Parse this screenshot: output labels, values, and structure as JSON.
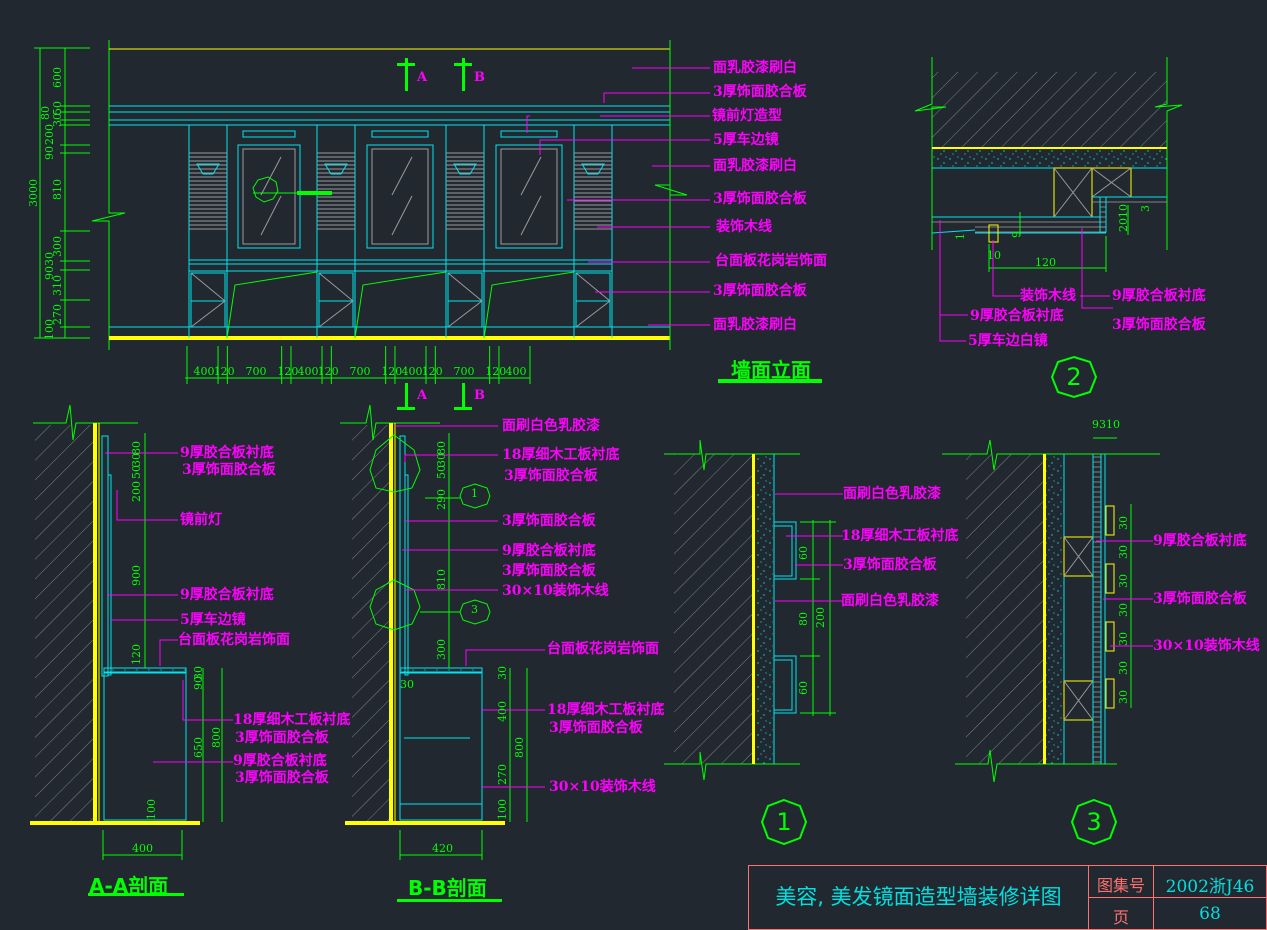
{
  "drawing": {
    "elevation": {
      "title": "墙面立面",
      "section_marks": [
        "A",
        "B"
      ],
      "detail_ref": "2",
      "vertical_dims": {
        "total": "3000",
        "segments": [
          "600",
          "80",
          "30",
          "50",
          "90",
          "200",
          "810",
          "300",
          "90",
          "30",
          "310",
          "270",
          "100"
        ]
      },
      "horizontal_dims": [
        "400",
        "120",
        "700",
        "120",
        "400",
        "120",
        "700",
        "120",
        "400",
        "120",
        "700",
        "120",
        "400"
      ],
      "labels": [
        "面乳胶漆刷白",
        "3厚饰面胶合板",
        "镜前灯造型",
        "5厚车边镜",
        "面乳胶漆刷白",
        "3厚饰面胶合板",
        "装饰木线",
        "台面板花岗岩饰面",
        "3厚饰面胶合板",
        "面乳胶漆刷白"
      ]
    },
    "detail2": {
      "number": "2",
      "dims": [
        "120",
        "10",
        "1",
        "20",
        "10",
        "9",
        "3"
      ],
      "labels": [
        "装饰木线",
        "9厚胶合板衬底",
        "9厚胶合板衬底",
        "3厚饰面胶合板",
        "5厚车边白镜"
      ]
    },
    "section_aa": {
      "title": "A-A剖面",
      "dims": [
        "80",
        "30",
        "50",
        "200",
        "900",
        "120",
        "90",
        "30",
        "650",
        "800",
        "100",
        "400"
      ],
      "labels": [
        "9厚胶合板衬底",
        "3厚饰面胶合板",
        "镜前灯",
        "9厚胶合板衬底",
        "5厚车边镜",
        "台面板花岗岩饰面",
        "18厚细木工板衬底",
        "3厚饰面胶合板",
        "9厚胶合板衬底",
        "3厚饰面胶合板"
      ]
    },
    "section_bb": {
      "title": "B-B剖面",
      "dims": [
        "80",
        "30",
        "50",
        "290",
        "810",
        "300",
        "30",
        "400",
        "270",
        "800",
        "100",
        "420",
        "30"
      ],
      "detail_refs": [
        "1",
        "3"
      ],
      "labels": [
        "面刷白色乳胶漆",
        "18厚细木工板衬底",
        "3厚饰面胶合板",
        "3厚饰面胶合板",
        "9厚胶合板衬底",
        "3厚饰面胶合板",
        "30×10装饰木线",
        "台面板花岗岩饰面",
        "18厚细木工板衬底",
        "3厚饰面胶合板",
        "30×10装饰木线"
      ]
    },
    "detail1": {
      "number": "1",
      "dims": [
        "60",
        "80",
        "200",
        "60"
      ],
      "labels": [
        "面刷白色乳胶漆",
        "18厚细木工板衬底",
        "3厚饰面胶合板",
        "面刷白色乳胶漆"
      ]
    },
    "detail3": {
      "number": "3",
      "top_dims": "9310",
      "dims": [
        "30",
        "30",
        "30",
        "30",
        "30",
        "30",
        "30"
      ],
      "labels": [
        "9厚胶合板衬底",
        "3厚饰面胶合板",
        "30×10装饰木线"
      ]
    }
  },
  "title_block": {
    "title": "美容, 美发镜面造型墙装修详图",
    "atlas_label": "图集号",
    "atlas_value": "2002浙J46",
    "page_label": "页",
    "page_value": "68"
  },
  "colors": {
    "background": "#212830",
    "dimension": "#00ff00",
    "leader_text": "#ff00ff",
    "outline": "#00e5ee",
    "structure": "#ffff00",
    "hatch": "#9a9a9a",
    "title_block_border": "#ff7070",
    "title_block_text": "#00e0e0"
  }
}
